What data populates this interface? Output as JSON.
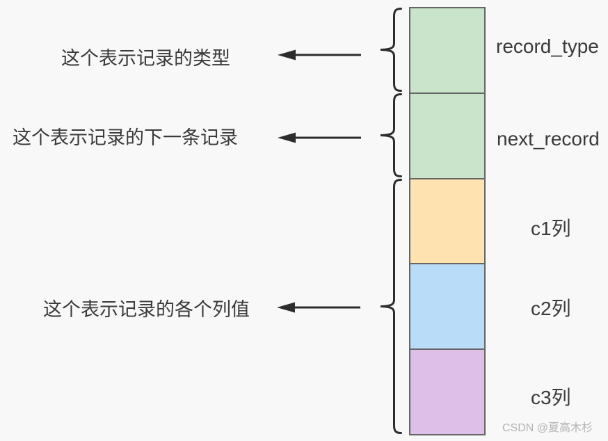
{
  "diagram": {
    "annotations": [
      {
        "label": "这个表示记录的类型"
      },
      {
        "label": "这个表示记录的下一条记录"
      },
      {
        "label": "这个表示记录的各个列值"
      }
    ],
    "blocks": [
      {
        "label": "record_type",
        "color": "#c9e4ca"
      },
      {
        "label": "next_record",
        "color": "#c9e4ca"
      },
      {
        "label": "c1列",
        "color": "#fee2b0"
      },
      {
        "label": "c2列",
        "color": "#b9dcf8"
      },
      {
        "label": "c3列",
        "color": "#ddbfe7"
      }
    ],
    "colors": {
      "background": "#f8f8f8",
      "block_border": "#666666",
      "stroke": "#2d2d2d",
      "text": "#3a3a3a",
      "watermark": "#b3b3b3"
    }
  },
  "watermark": {
    "text": "CSDN @夏高木杉"
  }
}
